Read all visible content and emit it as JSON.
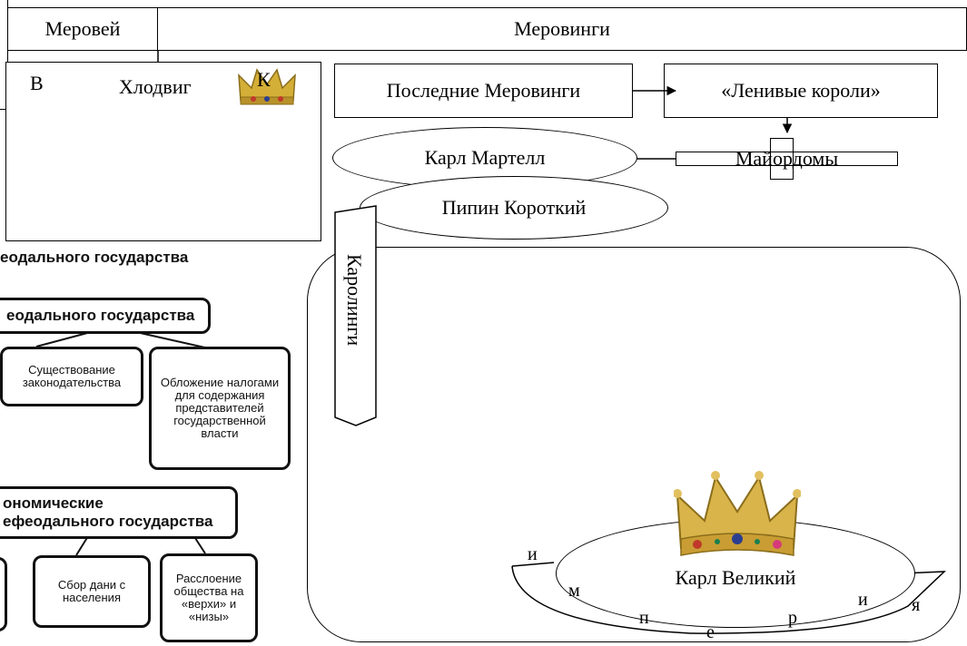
{
  "top": {
    "merovei": "Меровей",
    "merovingi": "Меровинги"
  },
  "clovis_box": {
    "letter_left": "В",
    "name": "Хлодвиг",
    "letter_right": "К"
  },
  "late": {
    "last_merovingians": "Последние Меровинги",
    "lazy_kings": "«Ленивые короли»",
    "majordomos": "Майордомы"
  },
  "ovals": {
    "karl_martell": "Карл Мартелл",
    "pipin": "Пипин Короткий"
  },
  "carolingians": {
    "label": "Каролинги",
    "karl_great": "Карл Великий",
    "empire_letters": [
      "и",
      "м",
      "п",
      "е",
      "р",
      "и",
      "я"
    ]
  },
  "scan": {
    "heading": "еодального государства",
    "box1": "еодального государства",
    "card1": "Существование законодательства",
    "card2": "Обложение налогами для содержания представителей государственной власти",
    "box2_line1": "ономические",
    "box2_line2": "ефеодального государства",
    "card3": "Сбор дани с населения",
    "card4": "Расслоение общества на «верхи» и «низы»"
  },
  "icons": {
    "crown": "crown-icon"
  }
}
